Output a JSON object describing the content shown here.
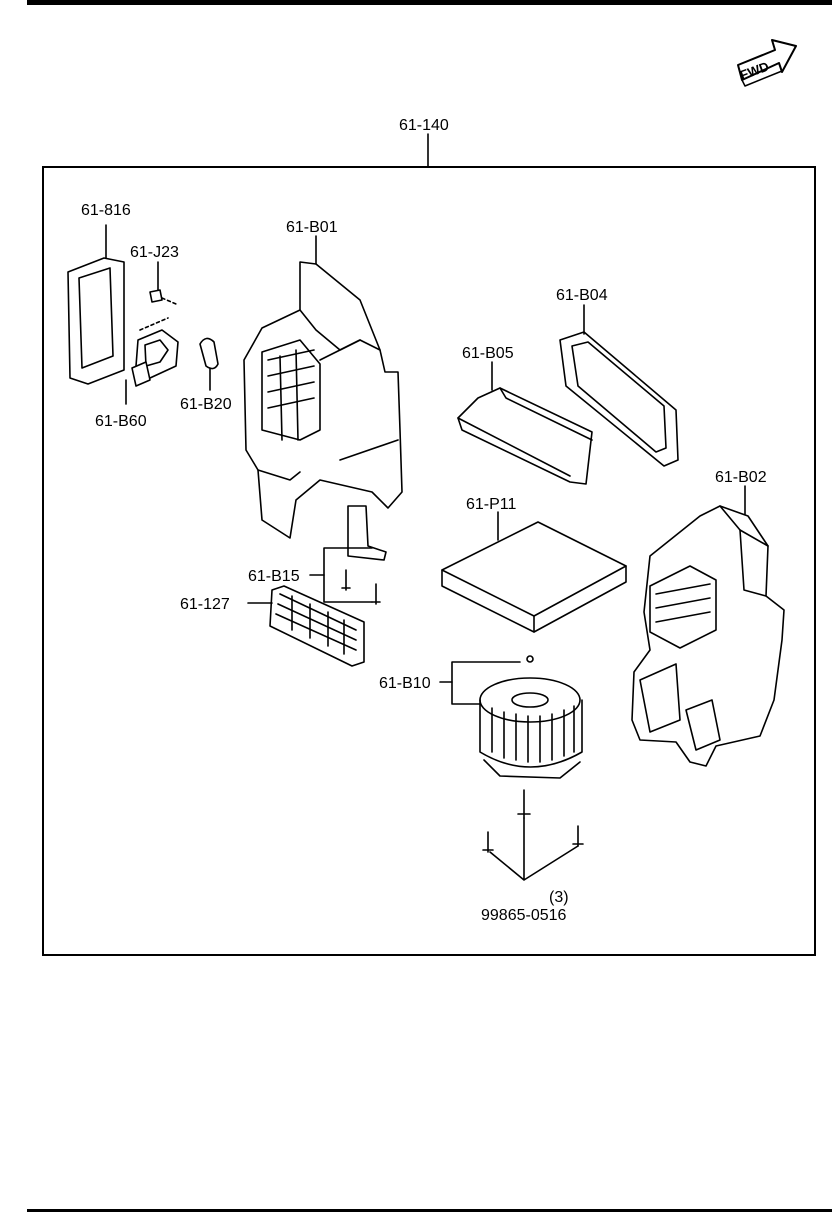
{
  "fwd": "FWD",
  "assembly": {
    "part": "61-140"
  },
  "parts": {
    "p816": "61-816",
    "pJ23": "61-J23",
    "pB60": "61-B60",
    "pB20": "61-B20",
    "pB01": "61-B01",
    "pB04": "61-B04",
    "pB05": "61-B05",
    "pB02": "61-B02",
    "pP11": "61-P11",
    "pB15": "61-B15",
    "p127": "61-127",
    "pB10": "61-B10",
    "screw": "99865-0516",
    "screw_qty": "(3)"
  }
}
